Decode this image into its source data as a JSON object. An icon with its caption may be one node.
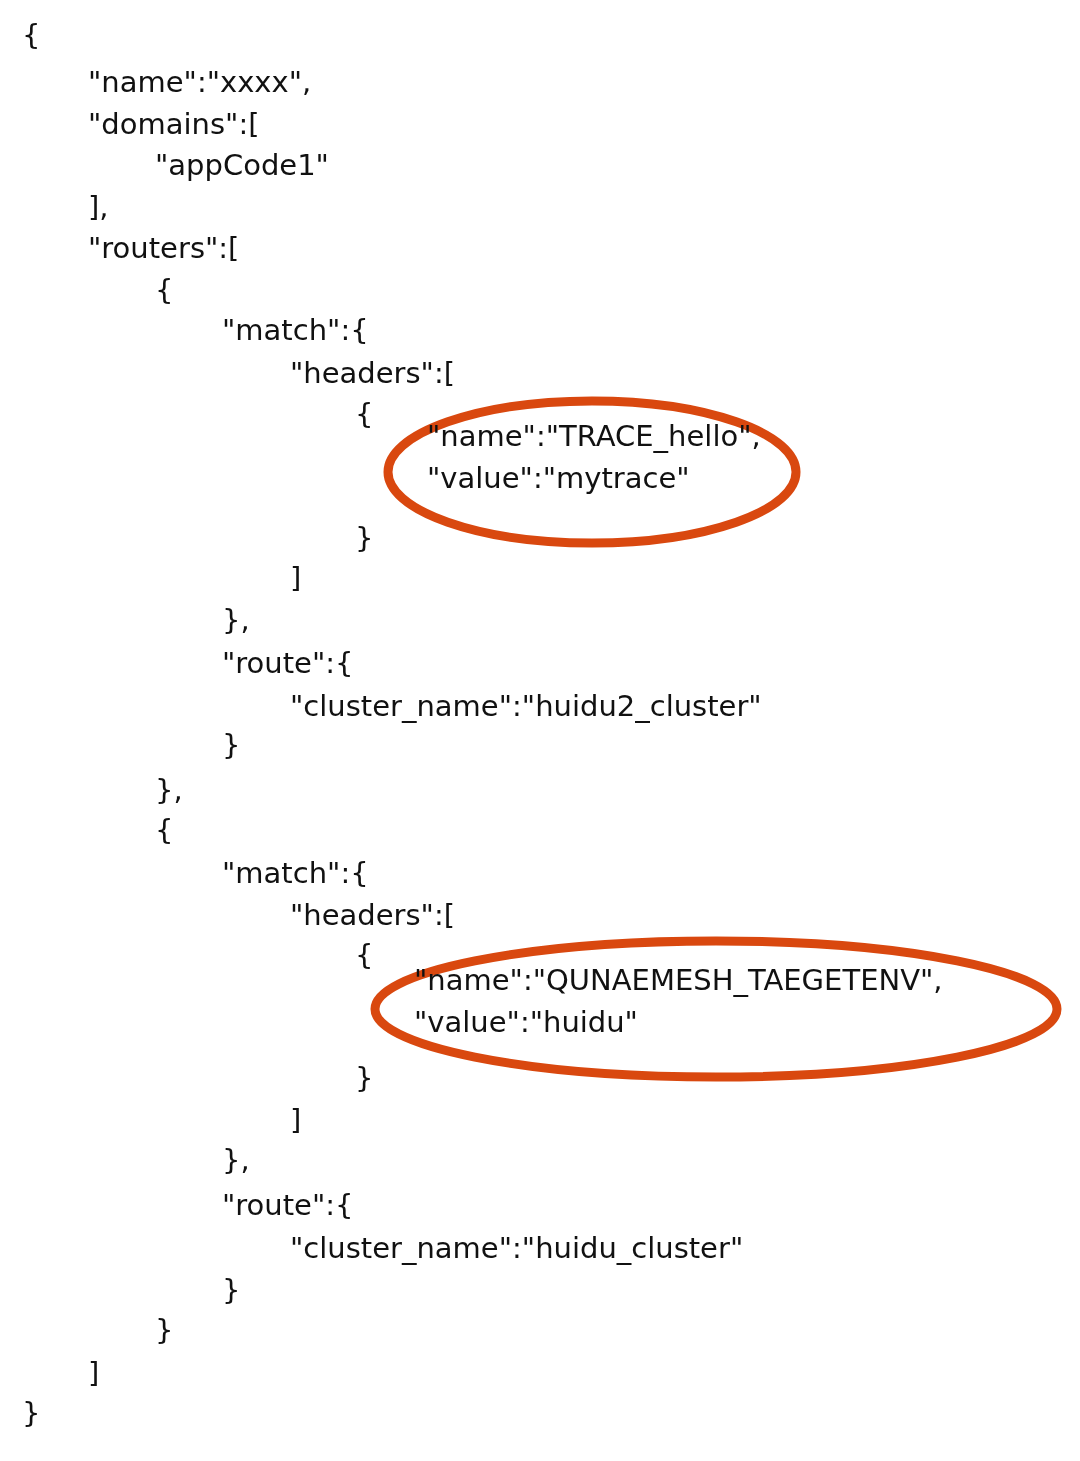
{
  "diagram": {
    "nodes": [
      {
        "text": [
          "\"name\":\"TRACE_hello\",",
          "\"value\":\"mytrace\""
        ]
      },
      {
        "text": [
          "\"name\":\"QUNAEMESH_TAEGETENV\",",
          "\"value\":\"huidu\""
        ]
      }
    ],
    "labels": [
      "{",
      "\"name\":\"xxxx\",",
      "\"domains\":[",
      "\"appCode1\"",
      "],",
      "\"routers\":[",
      "{",
      "\"match\":{",
      "\"headers\":[",
      "{",
      "}",
      "]",
      "},",
      "\"route\":{",
      "\"cluster_name\":\"huidu2_cluster\"",
      "}",
      "},",
      "{",
      "\"match\":{",
      "\"headers\":[",
      "{",
      "}",
      "]",
      "},",
      "\"route\":{",
      "\"cluster_name\":\"huidu_cluster\"",
      "}",
      "}",
      "]",
      "}"
    ]
  }
}
